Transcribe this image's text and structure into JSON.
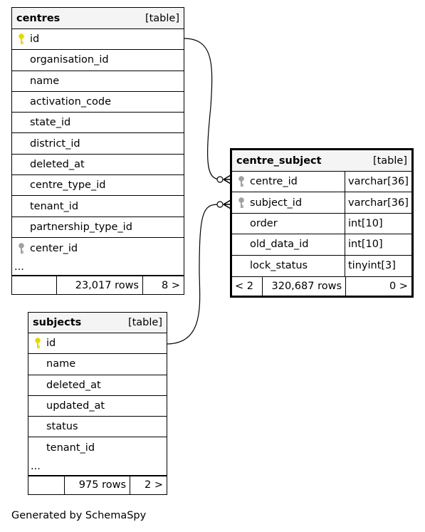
{
  "tables": {
    "centres": {
      "name": "centres",
      "kind": "[table]",
      "columns": [
        "id",
        "organisation_id",
        "name",
        "activation_code",
        "state_id",
        "district_id",
        "deleted_at",
        "centre_type_id",
        "tenant_id",
        "partnership_type_id",
        "center_id"
      ],
      "key_icons": {
        "id": "primary-key",
        "center_id": "foreign-key"
      },
      "ellipsis": "...",
      "footer": {
        "left": "",
        "rows": "23,017 rows",
        "right": "8 >"
      }
    },
    "centre_subject": {
      "name": "centre_subject",
      "kind": "[table]",
      "columns": [
        {
          "name": "centre_id",
          "type": "varchar[36]"
        },
        {
          "name": "subject_id",
          "type": "varchar[36]"
        },
        {
          "name": "order",
          "type": "int[10]"
        },
        {
          "name": "old_data_id",
          "type": "int[10]"
        },
        {
          "name": "lock_status",
          "type": "tinyint[3]"
        }
      ],
      "key_icons": {
        "centre_id": "foreign-key",
        "subject_id": "foreign-key"
      },
      "footer": {
        "left": "< 2",
        "rows": "320,687 rows",
        "right": "0 >"
      }
    },
    "subjects": {
      "name": "subjects",
      "kind": "[table]",
      "columns": [
        "id",
        "name",
        "deleted_at",
        "updated_at",
        "status",
        "tenant_id"
      ],
      "key_icons": {
        "id": "primary-key"
      },
      "ellipsis": "...",
      "footer": {
        "left": "",
        "rows": "975 rows",
        "right": "2 >"
      }
    }
  },
  "relationships": [
    {
      "from": "centres.id",
      "to": "centre_subject.centre_id"
    },
    {
      "from": "subjects.id",
      "to": "centre_subject.subject_id"
    }
  ],
  "colors": {
    "primary_key": "#e8d800",
    "foreign_key": "#a0a0a0",
    "header_bg": "#f4f4f4"
  },
  "credit": "Generated by SchemaSpy"
}
